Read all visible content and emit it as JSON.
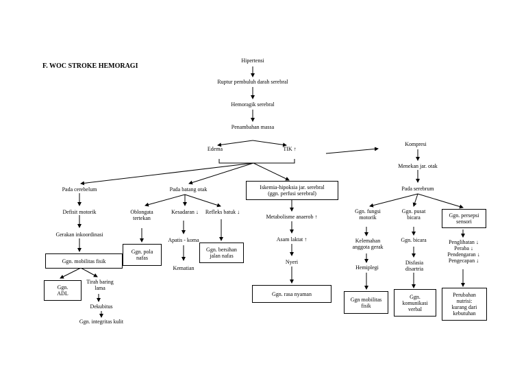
{
  "title": "F. WOC STROKE HEMORAGI",
  "nodes": {
    "hipertensi": "Hipertensi",
    "ruptur": "Ruptur pembuluh darah serebral",
    "hemoragik": "Hemoragik serebral",
    "penambahan": "Penambahan massa",
    "edema": "Edema",
    "tik": "TIK ↑",
    "kompresi": "Kompresi",
    "menekan": "Menekan jar. otak",
    "pada_serebrum": "Pada serebrum",
    "pada_cerebelum": "Pada cerebelum",
    "defisit_motorik": "Defisit motorik",
    "gerakan": "Gerakan inkoordinasi",
    "ggn_mobilitas_fisik_left": "Ggn. mobilitas fisik",
    "ggn_adl": "Ggn.\nADL",
    "tirah_baring": "Tirah baring\nlama",
    "dekubitus": "Dekubitus",
    "ggn_integritas": "Ggn. integritas kulit",
    "pada_batang_otak": "Pada batang otak",
    "oblongata": "Oblongata\ntertekan",
    "kesadaran": "Kesadaran ↓",
    "refleks": "Refleks batuk ↓",
    "ggn_pola": "Ggn. pola\nnafas",
    "apatis": "Apatis - koma",
    "ggn_bersihan": "Ggn. bersihan\njalan nafas",
    "kematian": "Kematian",
    "iskemia": "Iskemia-hipoksia jar. serebral\n(ggn. perfusi serebral)",
    "metabolisme": "Metabolisme anaerob ↑",
    "asam_laktat": "Asam laktat ↑",
    "nyeri": "Nyeri",
    "ggn_rasa": "Ggn. rasa nyaman",
    "ggn_fungsi_motorik": "Ggn. fungsi\nmotorik",
    "ggn_pusat_bicara": "Ggn. pusat\nbicara",
    "ggn_persepsi": "Ggn. persepsi\nsensori",
    "kelemahan": "Kelemahan\nanggota gerak",
    "ggn_bicara": "Ggn. bicara",
    "penglihatan": "Penglihatan ↓\nPeraba ↓\nPendengaran ↓\nPengecapan ↓",
    "hemiplegi": "Hemiplegi",
    "disfasia": "Disfasia\ndisartria",
    "ggn_mobilitas_fisik_right": "Ggn mobilitas\nfisik",
    "ggn_komunikasi": "Ggn.\nkomunikasi\nverbal",
    "perubahan_nutrisi": "Perubahan\nnutrisi:\nkurang dari\nkebutuhan"
  }
}
